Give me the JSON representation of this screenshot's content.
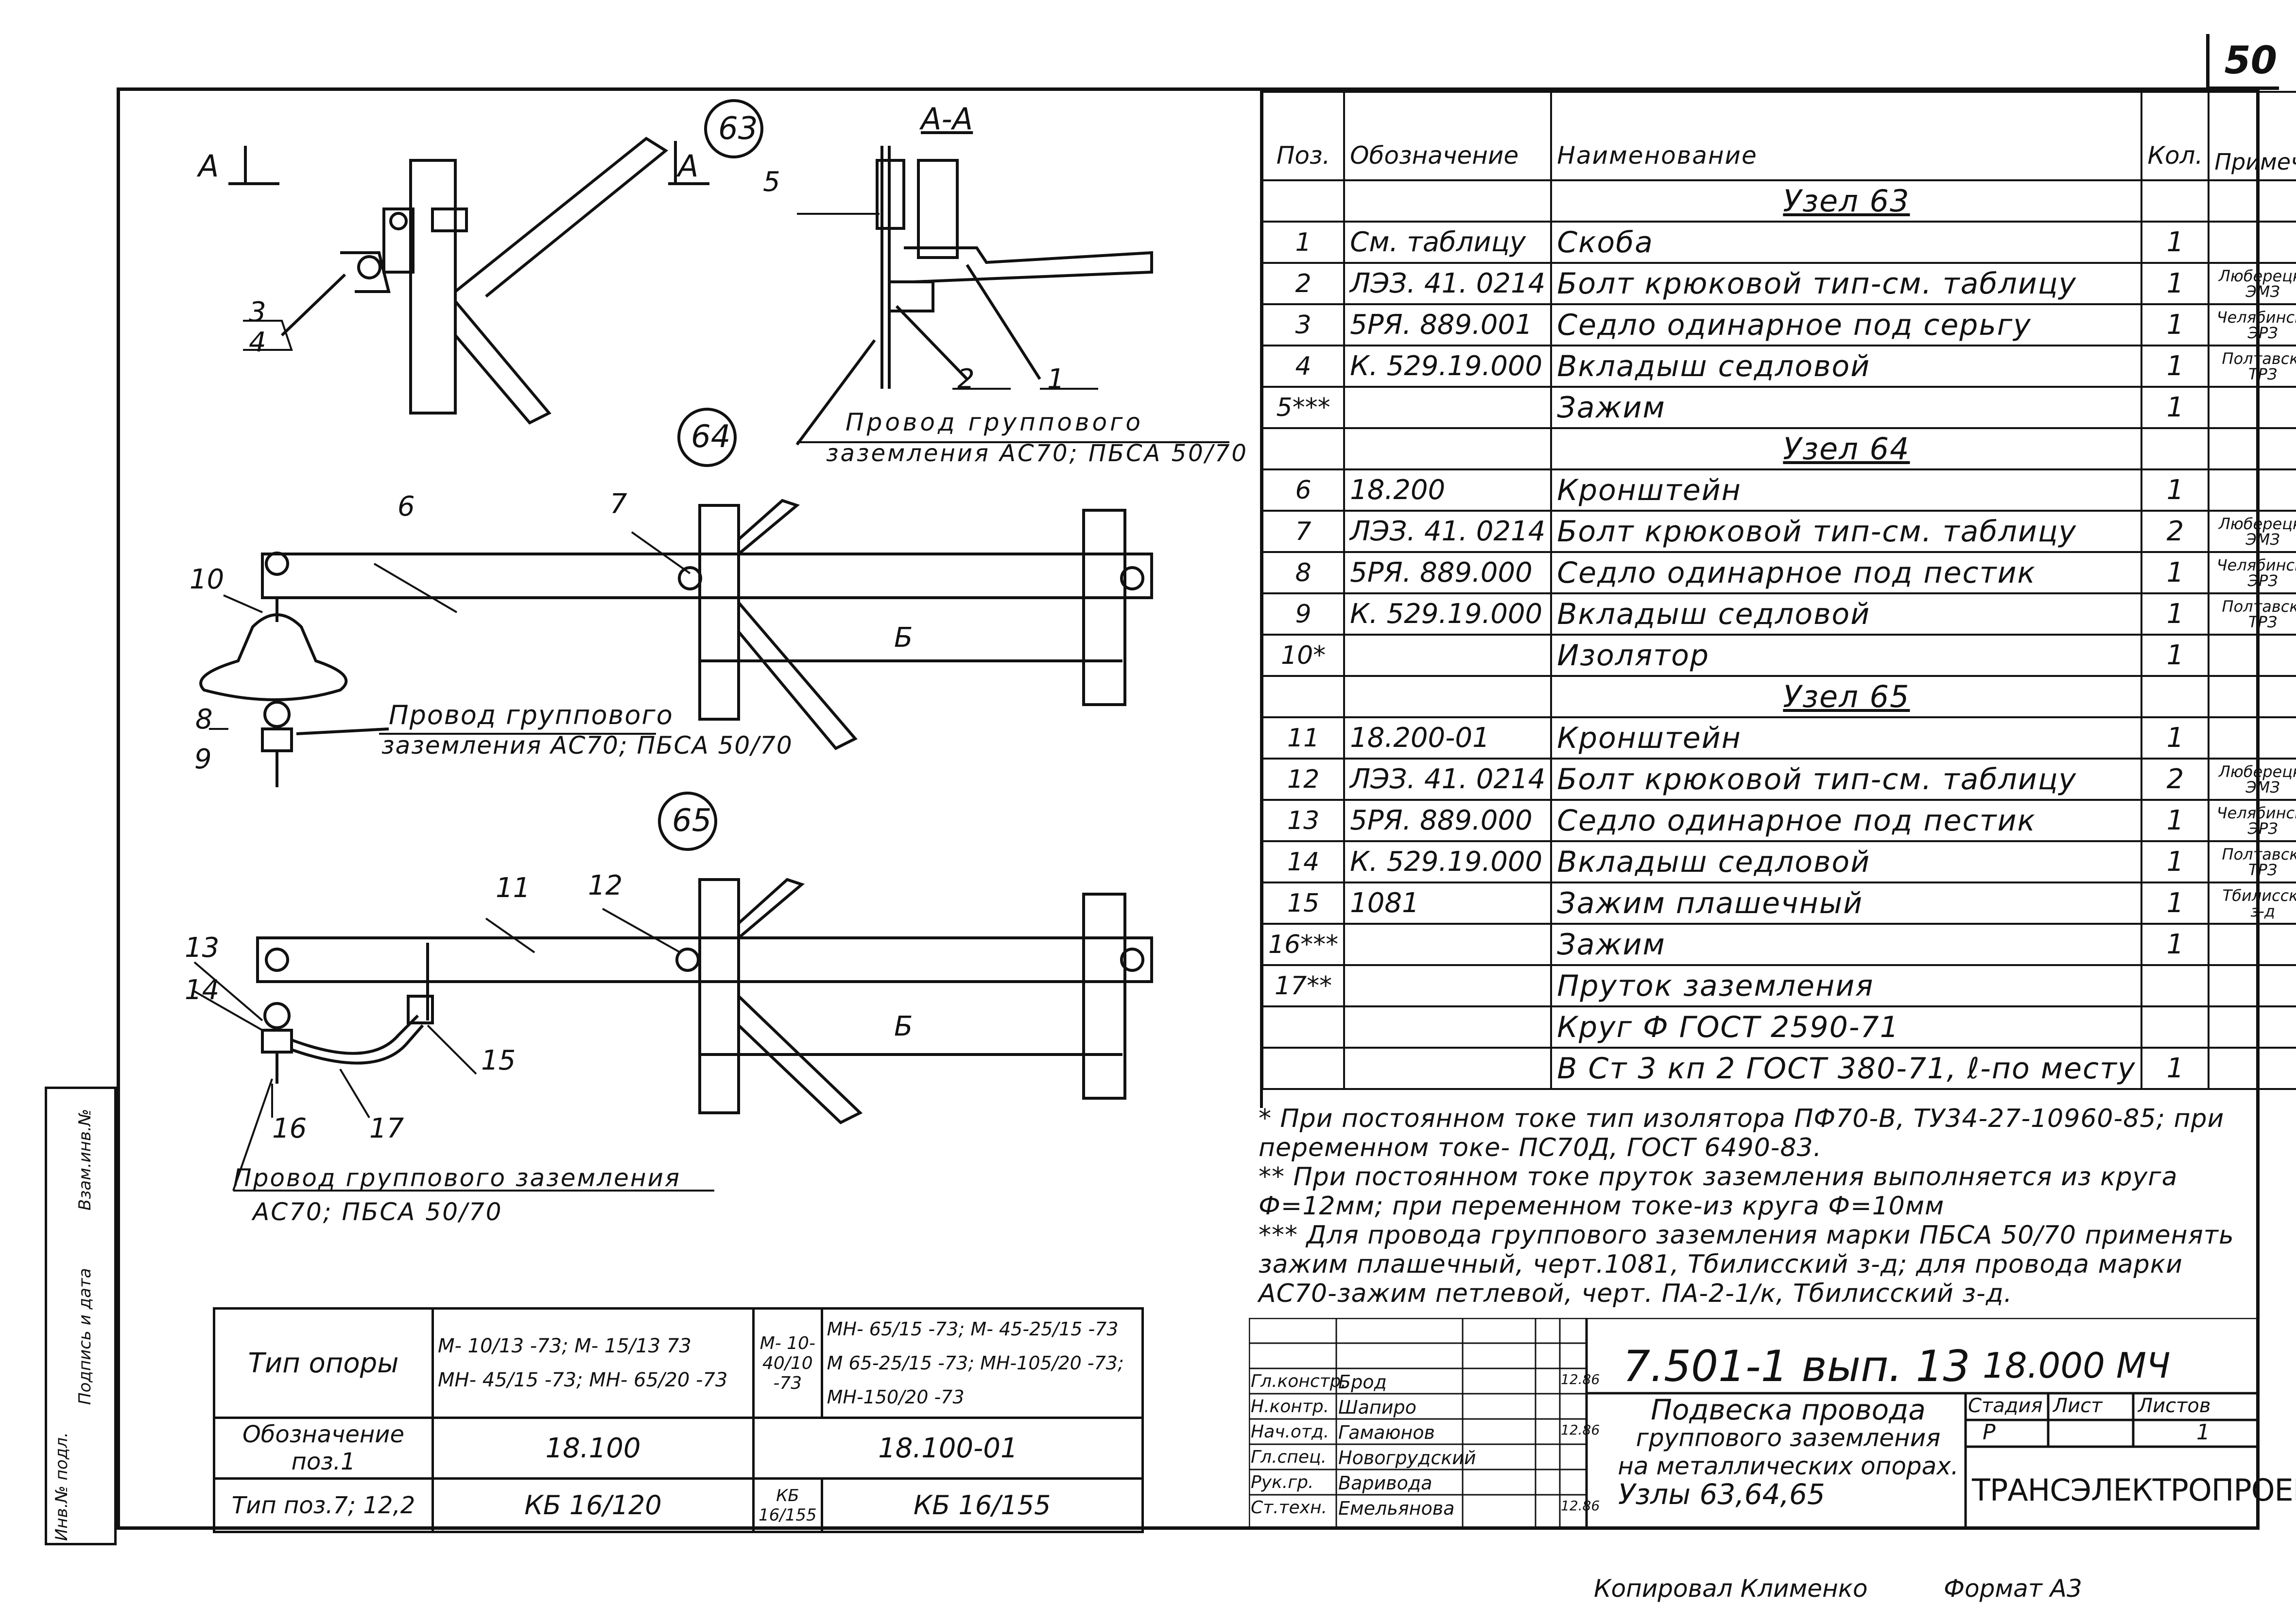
{
  "sheet_number": "50",
  "drawing": {
    "section_label": "А-А",
    "section_mark_left": "А",
    "section_mark_right": "А",
    "nodes": [
      "63",
      "64",
      "65"
    ],
    "callouts": [
      "1",
      "2",
      "3",
      "4",
      "5",
      "6",
      "7",
      "8",
      "9",
      "10",
      "11",
      "12",
      "13",
      "14",
      "15",
      "16",
      "17"
    ],
    "dim_label": "Б",
    "wire_label_63_line1": "Провод группового",
    "wire_label_63_line2": "заземления АС70; ПБСА 50/70",
    "wire_label_64_line1": "Провод группового",
    "wire_label_64_line2": "заземления АС70; ПБСА 50/70",
    "wire_label_65_line1": "Провод группового заземления",
    "wire_label_65_line2": "АС70; ПБСА 50/70"
  },
  "spec_table": {
    "headers": {
      "pos": "Поз.",
      "designation": "Обозначение",
      "name": "Наименование",
      "qty": "Кол.",
      "note": "Примеч."
    },
    "rows": [
      {
        "pos": "",
        "designation": "",
        "name": "Узел 63",
        "qty": "",
        "note": "",
        "section": true
      },
      {
        "pos": "1",
        "designation": "См. таблицу",
        "name": "Скоба",
        "qty": "1",
        "note": ""
      },
      {
        "pos": "2",
        "designation": "ЛЭЗ. 41. 0214",
        "name": "Болт крюковой тип-см. таблицу",
        "qty": "1",
        "note": "Люберецк. ЭМЗ"
      },
      {
        "pos": "3",
        "designation": "5РЯ. 889.001",
        "name": "Седло одинарное под серьгу",
        "qty": "1",
        "note": "Челябинск. ЭРЗ"
      },
      {
        "pos": "4",
        "designation": "К. 529.19.000",
        "name": "Вкладыш седловой",
        "qty": "1",
        "note": "Полтавск. ТРЗ"
      },
      {
        "pos": "5***",
        "designation": "",
        "name": "Зажим",
        "qty": "1",
        "note": ""
      },
      {
        "pos": "",
        "designation": "",
        "name": "Узел 64",
        "qty": "",
        "note": "",
        "section": true
      },
      {
        "pos": "6",
        "designation": "18.200",
        "name": "Кронштейн",
        "qty": "1",
        "note": ""
      },
      {
        "pos": "7",
        "designation": "ЛЭЗ. 41. 0214",
        "name": "Болт крюковой тип-см. таблицу",
        "qty": "2",
        "note": "Люберецк. ЭМЗ"
      },
      {
        "pos": "8",
        "designation": "5РЯ. 889.000",
        "name": "Седло одинарное под пестик",
        "qty": "1",
        "note": "Челябинск. ЭРЗ"
      },
      {
        "pos": "9",
        "designation": "К. 529.19.000",
        "name": "Вкладыш седловой",
        "qty": "1",
        "note": "Полтавск. ТРЗ"
      },
      {
        "pos": "10*",
        "designation": "",
        "name": "Изолятор",
        "qty": "1",
        "note": ""
      },
      {
        "pos": "",
        "designation": "",
        "name": "Узел 65",
        "qty": "",
        "note": "",
        "section": true
      },
      {
        "pos": "11",
        "designation": "18.200-01",
        "name": "Кронштейн",
        "qty": "1",
        "note": ""
      },
      {
        "pos": "12",
        "designation": "ЛЭЗ. 41. 0214",
        "name": "Болт крюковой тип-см. таблицу",
        "qty": "2",
        "note": "Люберецк. ЭМЗ"
      },
      {
        "pos": "13",
        "designation": "5РЯ. 889.000",
        "name": "Седло одинарное под пестик",
        "qty": "1",
        "note": "Челябинск. ЭРЗ"
      },
      {
        "pos": "14",
        "designation": "К. 529.19.000",
        "name": "Вкладыш седловой",
        "qty": "1",
        "note": "Полтавск. ТРЗ"
      },
      {
        "pos": "15",
        "designation": "1081",
        "name": "Зажим плашечный",
        "qty": "1",
        "note": "Тбилисск. з-д"
      },
      {
        "pos": "16***",
        "designation": "",
        "name": "Зажим",
        "qty": "1",
        "note": ""
      },
      {
        "pos": "17**",
        "designation": "",
        "name": "Пруток заземления",
        "qty": "",
        "note": ""
      },
      {
        "pos": "",
        "designation": "",
        "name": "Круг Ф ГОСТ 2590-71",
        "qty": "",
        "note": ""
      },
      {
        "pos": "",
        "designation": "",
        "name": "В Ст 3 кп 2 ГОСТ 380-71, ℓ-по месту",
        "qty": "1",
        "note": ""
      }
    ]
  },
  "notes": [
    "* При постоянном токе тип изолятора ПФ70-В, ТУ34-27-10960-85; при переменном токе- ПС70Д, ГОСТ 6490-83.",
    "** При постоянном токе пруток заземления выполняется из круга Ф=12мм; при переменном токе-из круга Ф=10мм",
    "*** Для провода группового заземления марки ПБСА 50/70 применять зажим плашечный, черт.1081, Тбилисский з-д; для провода марки АС70-зажим петлевой, черт. ПА-2-1/к, Тбилисский з-д."
  ],
  "opora_table": {
    "row_labels": [
      "Тип опоры",
      "Обозначение поз.1",
      "Тип поз.7; 12,2"
    ],
    "col1_types_line1": "М- 10/13 -73; М- 15/13 73",
    "col1_types_line2": "МН- 45/15 -73; МН- 65/20 -73",
    "col2_types": "М- 10-40/10 -73",
    "col3_types_line1": "МН- 65/15 -73; М- 45-25/15 -73",
    "col3_types_line2": "М 65-25/15 -73; МН-105/20 -73; МН-150/20 -73",
    "designation_a": "18.100",
    "designation_b": "18.100-01",
    "bolt_a": "КБ 16/120",
    "bolt_mid": "КБ 16/155",
    "bolt_b": "КБ 16/155"
  },
  "title_block": {
    "code": "7.501-1 вып. 13",
    "doc_no": "18.000 МЧ",
    "title_lines": [
      "Подвеска провода",
      "группового заземления",
      "на металлических опорах.",
      "Узлы 63,64,65"
    ],
    "stage_label": "Стадия",
    "sheet_label": "Лист",
    "sheets_label": "Листов",
    "stage": "Р",
    "sheets": "1",
    "org": "ТРАНСЭЛЕКТРОПРОЕКТ",
    "staff": [
      {
        "role": "Гл.констр.",
        "name": "Брод",
        "date": "12.86"
      },
      {
        "role": "Н.контр.",
        "name": "Шапиро",
        "date": ""
      },
      {
        "role": "Нач.отд.",
        "name": "Гамаюнов",
        "date": "12.86"
      },
      {
        "role": "Гл.спец.",
        "name": "Новогрудский",
        "date": ""
      },
      {
        "role": "Рук.гр.",
        "name": "Варивода",
        "date": ""
      },
      {
        "role": "Ст.техн.",
        "name": "Емельянова",
        "date": "12.86"
      }
    ]
  },
  "side_stamp": [
    "Инв.№ подл.",
    "Подпись и дата",
    "Взам.инв.№"
  ],
  "footer": {
    "copied": "Копировал Клименко",
    "format": "Формат А3"
  }
}
